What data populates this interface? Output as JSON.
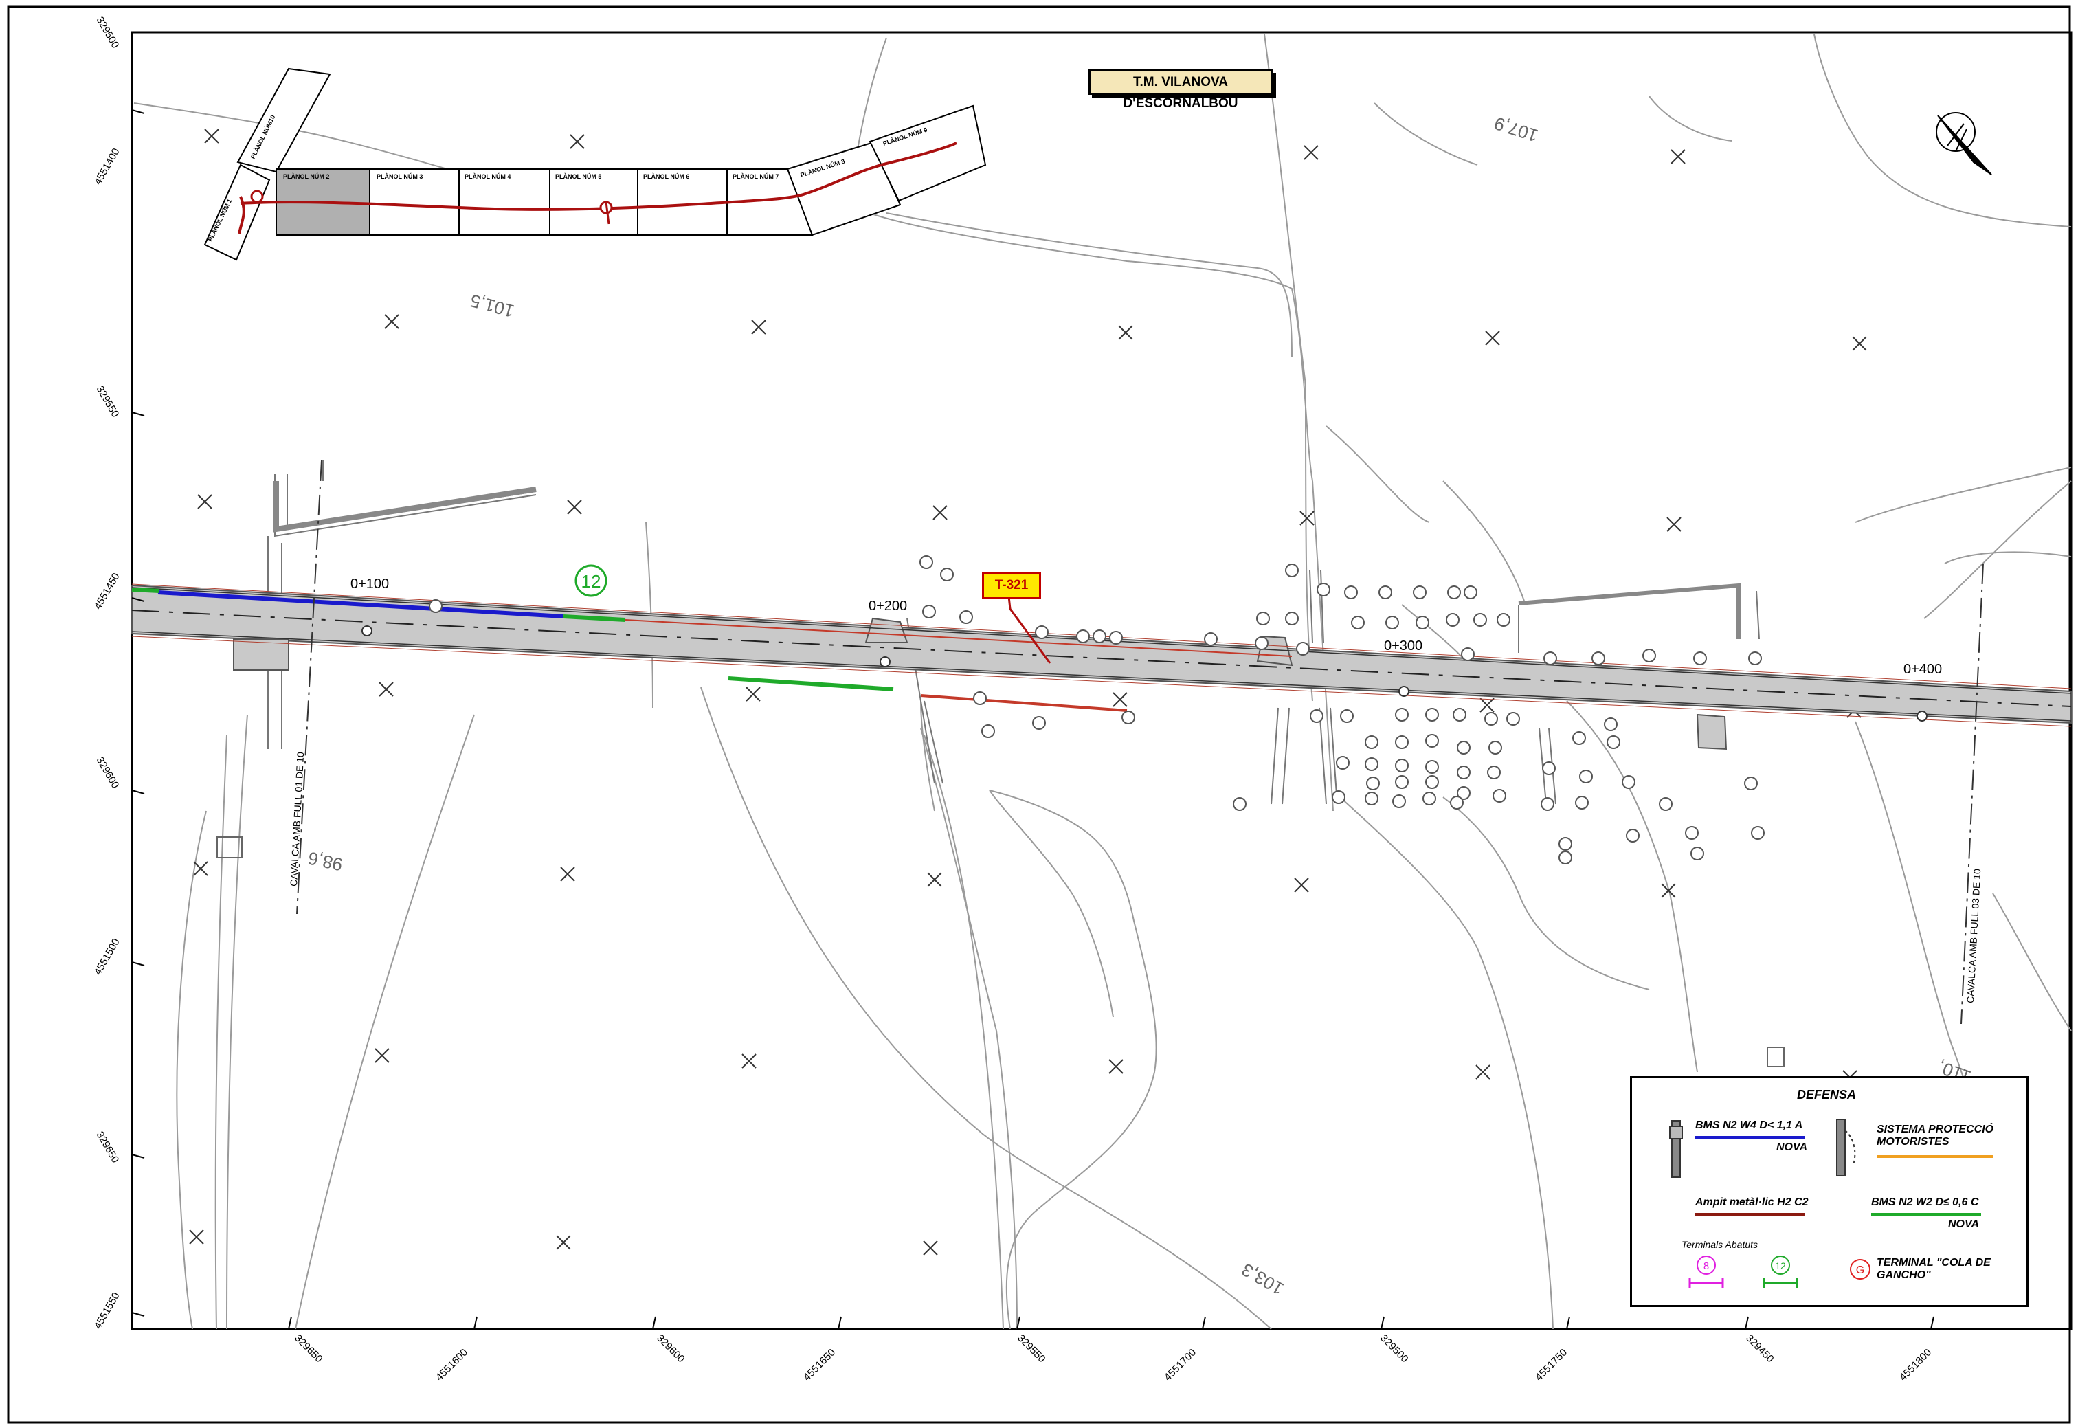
{
  "municipality_label": "T.M. VILANOVA D'ESCORNALBOU",
  "road_code": "T-321",
  "bubble_number": "12",
  "key_plan": {
    "sheets": [
      "PLÀNOL NÚM 1",
      "PLÀNOL NÚM 2",
      "PLÀNOL NÚM 3",
      "PLÀNOL NÚM 4",
      "PLÀNOL NÚM 5",
      "PLÀNOL NÚM 6",
      "PLÀNOL NÚM 7",
      "PLÀNOL NÚM 8",
      "PLÀNOL NÚM 9",
      "PLÀNOL NÚM10"
    ],
    "current_sheet": "PLÀNOL NÚM 2"
  },
  "chainages": [
    "0+100",
    "0+200",
    "0+300",
    "0+400"
  ],
  "elevations": [
    "101,5",
    "107,9",
    "98,6",
    "103,3",
    "110,"
  ],
  "match_lines": {
    "left": "CAVALCA AMB FULL 01 DE 10",
    "right": "CAVALCA AMB FULL 03 DE 10"
  },
  "coordinates": {
    "left_edge": [
      "329500",
      "4551400",
      "329550",
      "4551450",
      "329600",
      "4551500",
      "329650",
      "4551550"
    ],
    "bottom_edge": [
      "329650",
      "4551600",
      "329600",
      "4551650",
      "329550",
      "4551700",
      "329500",
      "4551750",
      "329450",
      "4551800"
    ]
  },
  "legend": {
    "title": "DEFENSA",
    "items": [
      {
        "label": "BMS N2 W4 D< 1,1 A",
        "sub": "NOVA",
        "color": "#1a1acc"
      },
      {
        "label": "SISTEMA PROTECCIÓ MOTORISTES",
        "sub": "",
        "color": "#f0a020"
      },
      {
        "label": "Ampit metàl·lic H2  C2",
        "sub": "",
        "color": "#8b1a10"
      },
      {
        "label": "BMS N2 W2 D≤ 0,6 C",
        "sub": "NOVA",
        "color": "#1faa2a"
      }
    ],
    "terminals_label": "Terminals Abatuts",
    "terminal_a": "8",
    "terminal_b": "12",
    "terminal_g_symbol": "G",
    "terminal_g_label": "TERMINAL \"COLA DE GANCHO\""
  },
  "colors": {
    "barrier_blue": "#1a1acc",
    "barrier_green": "#1faa2a",
    "barrier_red": "#c43a2a",
    "keyplan_route": "#aa1010",
    "road_surface": "#c9c9c9"
  }
}
